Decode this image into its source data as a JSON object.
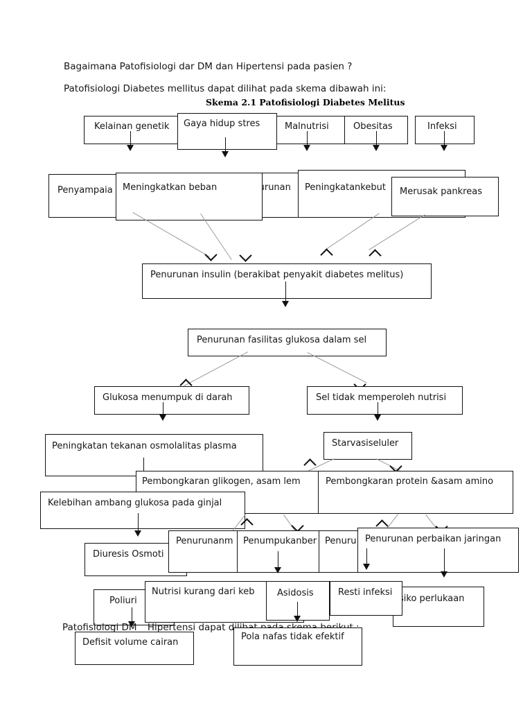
{
  "document": {
    "title": "Patofisiologi Diabetes Melitus",
    "intro_question": "Bagaimana Patofisiologi dar DM dan Hipertensi pada pasien ?",
    "intro_line": "Patofisiologi Diabetes mellitus dapat dilihat pada skema dibawah ini:",
    "figure_caption": "Skema 2.1 Patofisiologi Diabetes Melitus",
    "closing_line": "Patofisiologi DM _ Hipertensi dapat dilihat pada skema berikut :"
  },
  "flowchart": {
    "row1_causes": [
      {
        "label": "Kelainan genetik"
      },
      {
        "label": "Gaya hidup  stres"
      },
      {
        "label": "Malnutrisi"
      },
      {
        "label": "Obesitas"
      },
      {
        "label": "Infeksi"
      }
    ],
    "row2_mechanisms": [
      {
        "label": "Penyampaia"
      },
      {
        "label": "Meningkatkan  beban "
      },
      {
        "label": "Penurunan "
      },
      {
        "label": "Peningkatankebut"
      },
      {
        "label": "Merusak  pankreas"
      }
    ],
    "insulin_node": {
      "label": "Penurunan insulin (berakibat penyakit diabetes melitus)"
    },
    "glucose_node": {
      "label": "Penurunan fasilitas glukosa dalam sel"
    },
    "branch_nodes": [
      {
        "label": "Glukosa menumpuk di darah"
      },
      {
        "label": "Sel tidak memperoleh nutrisi"
      }
    ],
    "mid_nodes": [
      {
        "label": "Peningkatan tekanan osmolalitas plasma"
      },
      {
        "label": "Starvasiseluler"
      },
      {
        "label": "Pembongkaran glikogen, asam lem"
      },
      {
        "label": "Pembongkaran protein &asam amino"
      },
      {
        "label": "Kelebihan ambang glukosa pada ginjal"
      }
    ],
    "lower_nodes": [
      {
        "label": "Diuresis Osmoti"
      },
      {
        "label": "Penurunanm"
      },
      {
        "label": "Penumpukanber"
      },
      {
        "label": "Penuru"
      },
      {
        "label": "Penurunan perbaikan jaringan"
      }
    ],
    "outcome_nodes": [
      {
        "label": "Poliuri"
      },
      {
        "label": "Nutrisi kurang dari keb"
      },
      {
        "label": "Asidosis"
      },
      {
        "label": "Resti infeksi"
      },
      {
        "label": "siko perlukaan"
      },
      {
        "label": "Defisit volume cairan"
      },
      {
        "label": "Pola  nafas tidak efektif"
      }
    ]
  },
  "colors": {
    "text": "#161616",
    "box_border": "#111111",
    "connector": "#111111",
    "diagonal_connector": "#9a9a9a",
    "background": "#ffffff"
  }
}
